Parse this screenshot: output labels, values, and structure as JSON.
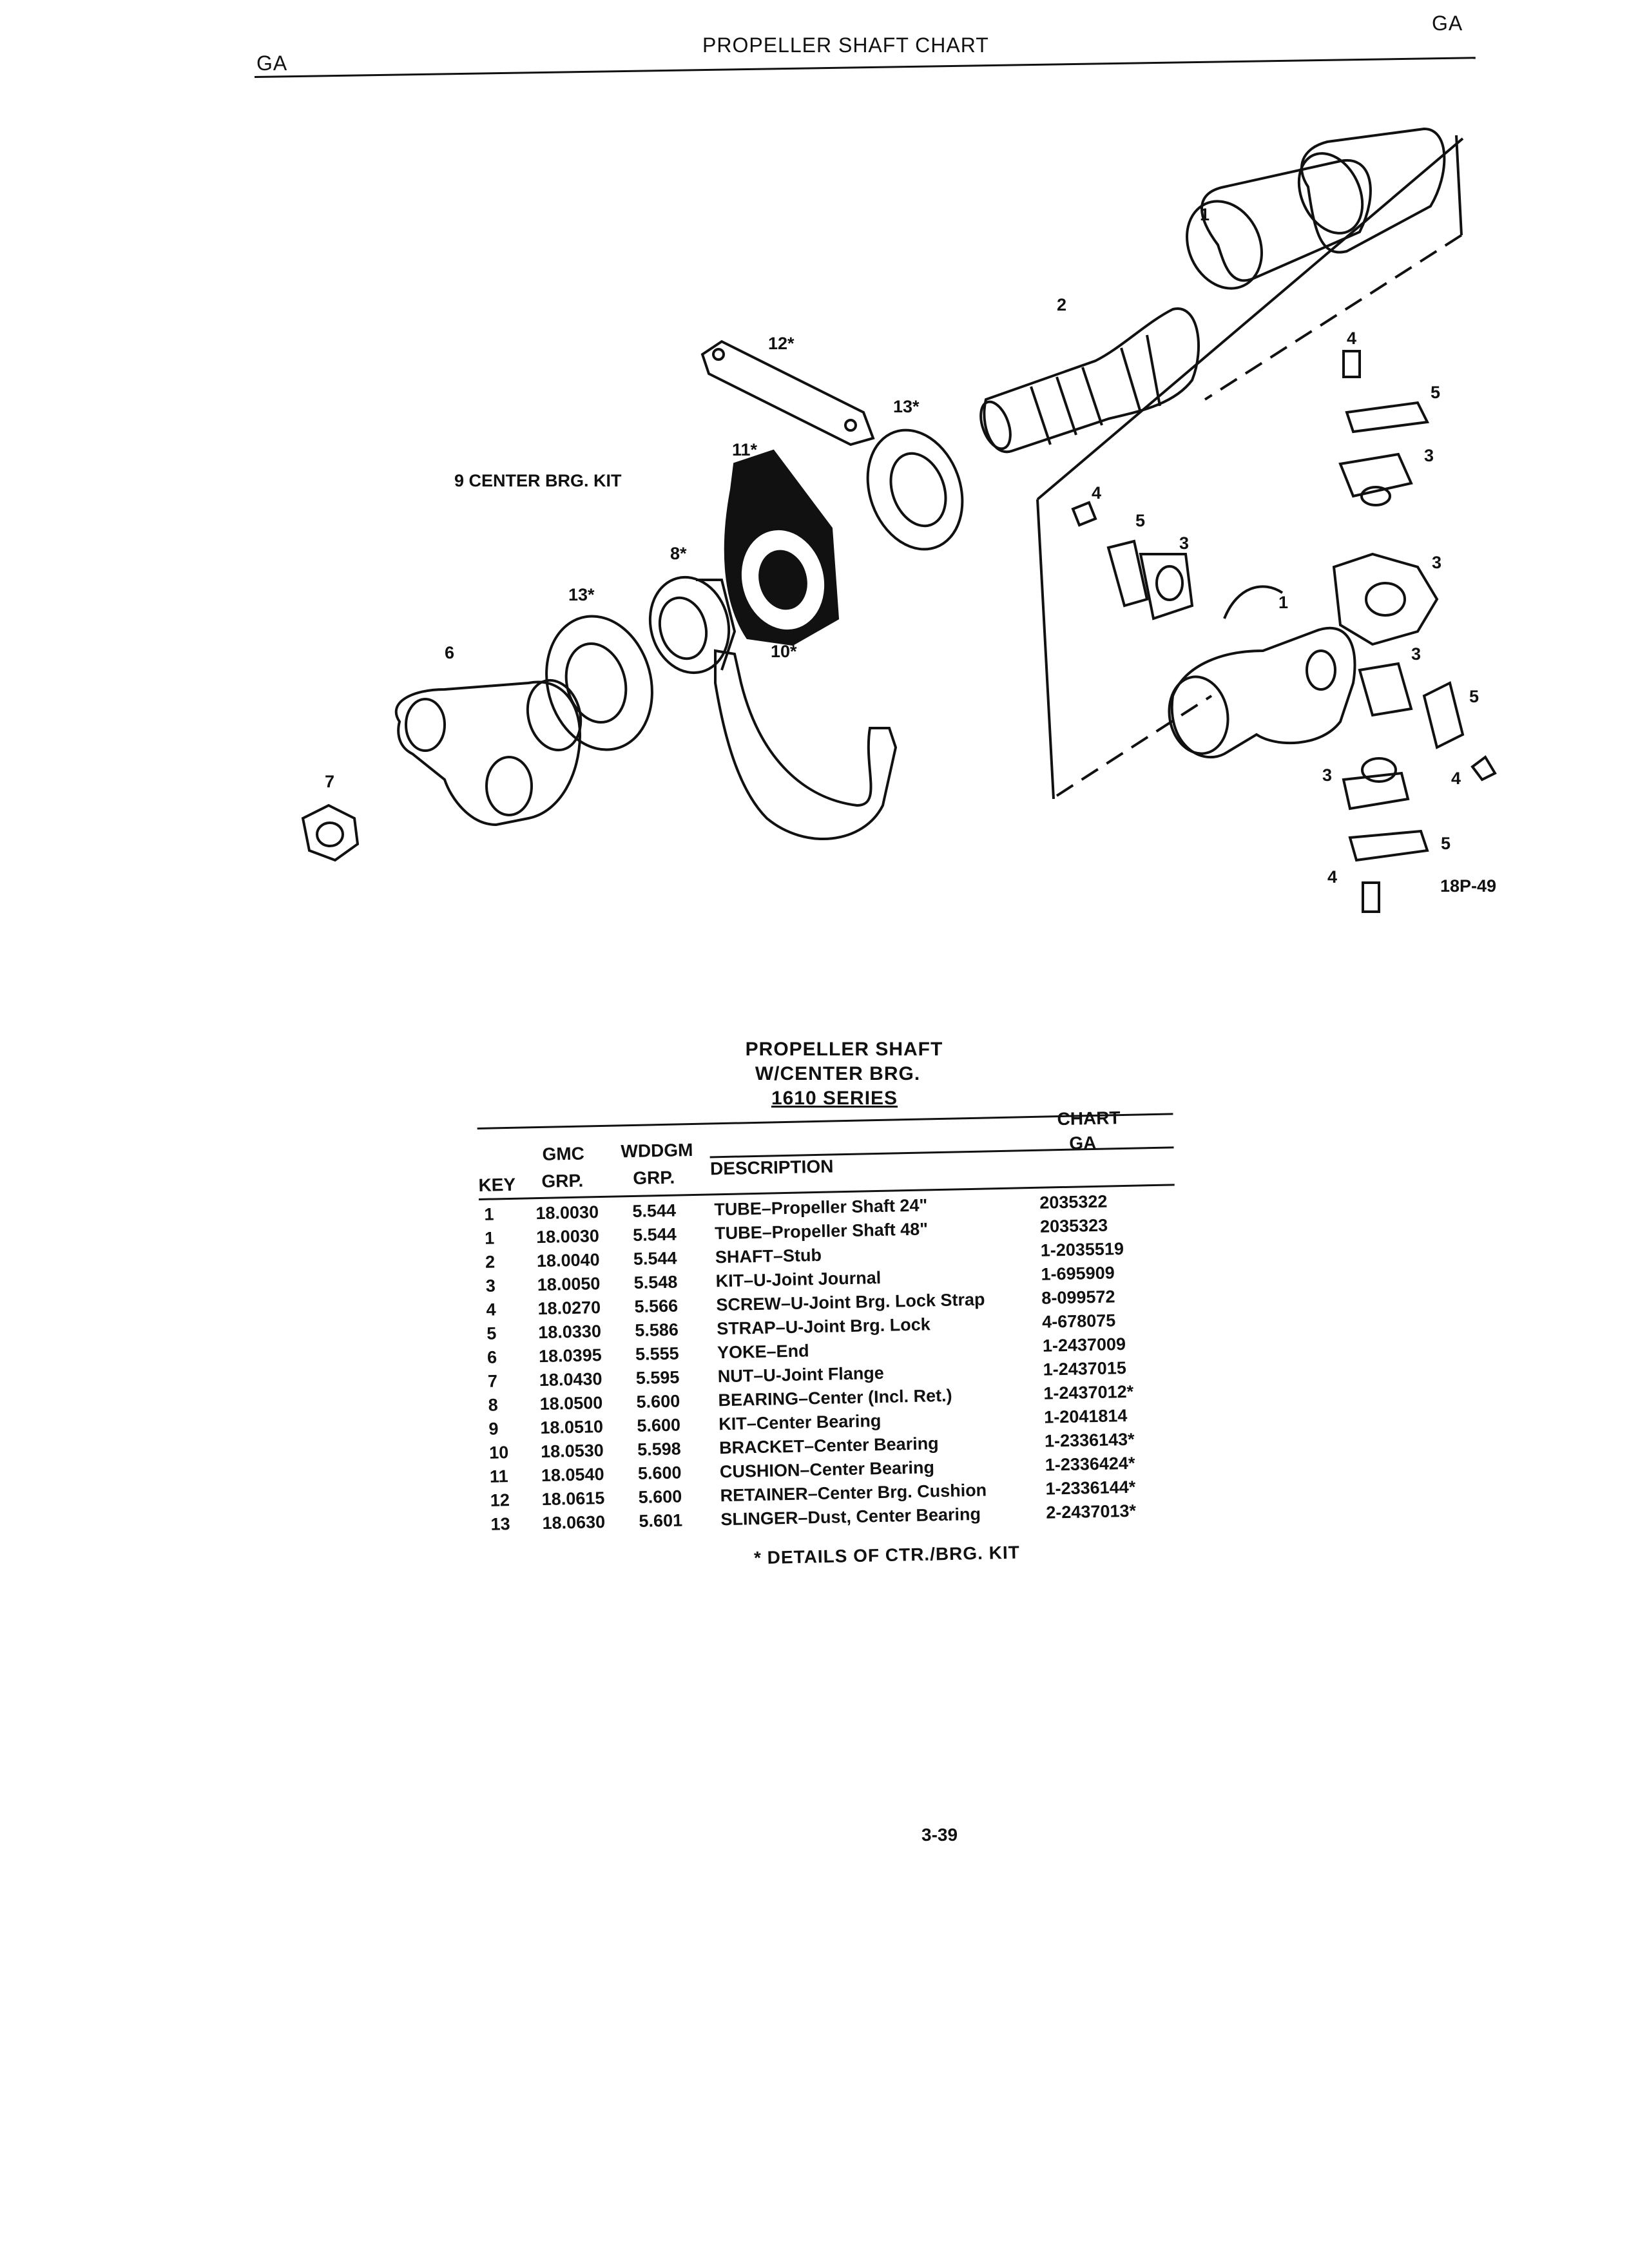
{
  "header": {
    "left": "GA",
    "title": "PROPELLER SHAFT CHART",
    "right": "GA"
  },
  "diagram": {
    "figure_id": "18P-49",
    "kit_label": "9 CENTER BRG. KIT",
    "callouts": [
      {
        "id": "c1a",
        "text": "1"
      },
      {
        "id": "c1b",
        "text": "1"
      },
      {
        "id": "c2",
        "text": "2"
      },
      {
        "id": "c12",
        "text": "12*"
      },
      {
        "id": "c13a",
        "text": "13*"
      },
      {
        "id": "c13b",
        "text": "13*"
      },
      {
        "id": "c11",
        "text": "11*"
      },
      {
        "id": "c8",
        "text": "8*"
      },
      {
        "id": "c10",
        "text": "10*"
      },
      {
        "id": "c6",
        "text": "6"
      },
      {
        "id": "c7",
        "text": "7"
      },
      {
        "id": "c4a",
        "text": "4"
      },
      {
        "id": "c5a",
        "text": "5"
      },
      {
        "id": "c3a",
        "text": "3"
      },
      {
        "id": "c4b",
        "text": "4"
      },
      {
        "id": "c5b",
        "text": "5"
      },
      {
        "id": "c3b",
        "text": "3"
      },
      {
        "id": "c3c",
        "text": "3"
      },
      {
        "id": "c3d",
        "text": "3"
      },
      {
        "id": "c5c",
        "text": "5"
      },
      {
        "id": "c3e",
        "text": "3"
      },
      {
        "id": "c4c",
        "text": "4"
      },
      {
        "id": "c5d",
        "text": "5"
      },
      {
        "id": "c4d",
        "text": "4"
      }
    ]
  },
  "table": {
    "title_lines": [
      "PROPELLER SHAFT",
      "W/CENTER BRG.",
      "1610 SERIES"
    ],
    "headers": {
      "key": "KEY",
      "gmc_top": "GMC",
      "gmc_bottom": "GRP.",
      "wddgm_top": "WDDGM",
      "wddgm_bottom": "GRP.",
      "description": "DESCRIPTION",
      "chart_top": "CHART",
      "chart_bottom": "GA"
    },
    "rows": [
      {
        "key": "1",
        "gmc": "18.0030",
        "wddgm": "5.544",
        "description": "TUBE–Propeller Shaft 24\"",
        "chart": "2035322"
      },
      {
        "key": "1",
        "gmc": "18.0030",
        "wddgm": "5.544",
        "description": "TUBE–Propeller Shaft 48\"",
        "chart": "2035323"
      },
      {
        "key": "2",
        "gmc": "18.0040",
        "wddgm": "5.544",
        "description": "SHAFT–Stub",
        "chart": "1-2035519"
      },
      {
        "key": "3",
        "gmc": "18.0050",
        "wddgm": "5.548",
        "description": "KIT–U-Joint Journal",
        "chart": "1-695909"
      },
      {
        "key": "4",
        "gmc": "18.0270",
        "wddgm": "5.566",
        "description": "SCREW–U-Joint Brg. Lock Strap",
        "chart": "8-099572"
      },
      {
        "key": "5",
        "gmc": "18.0330",
        "wddgm": "5.586",
        "description": "STRAP–U-Joint Brg. Lock",
        "chart": "4-678075"
      },
      {
        "key": "6",
        "gmc": "18.0395",
        "wddgm": "5.555",
        "description": "YOKE–End",
        "chart": "1-2437009"
      },
      {
        "key": "7",
        "gmc": "18.0430",
        "wddgm": "5.595",
        "description": "NUT–U-Joint Flange",
        "chart": "1-2437015"
      },
      {
        "key": "8",
        "gmc": "18.0500",
        "wddgm": "5.600",
        "description": "BEARING–Center (Incl. Ret.)",
        "chart": "1-2437012*"
      },
      {
        "key": "9",
        "gmc": "18.0510",
        "wddgm": "5.600",
        "description": "KIT–Center Bearing",
        "chart": "1-2041814"
      },
      {
        "key": "10",
        "gmc": "18.0530",
        "wddgm": "5.598",
        "description": "BRACKET–Center Bearing",
        "chart": "1-2336143*"
      },
      {
        "key": "11",
        "gmc": "18.0540",
        "wddgm": "5.600",
        "description": "CUSHION–Center Bearing",
        "chart": "1-2336424*"
      },
      {
        "key": "12",
        "gmc": "18.0615",
        "wddgm": "5.600",
        "description": "RETAINER–Center Brg. Cushion",
        "chart": "1-2336144*"
      },
      {
        "key": "13",
        "gmc": "18.0630",
        "wddgm": "5.601",
        "description": "SLINGER–Dust, Center Bearing",
        "chart": "2-2437013*"
      }
    ],
    "footnote": "* DETAILS OF CTR./BRG. KIT"
  },
  "page_number": "3-39"
}
